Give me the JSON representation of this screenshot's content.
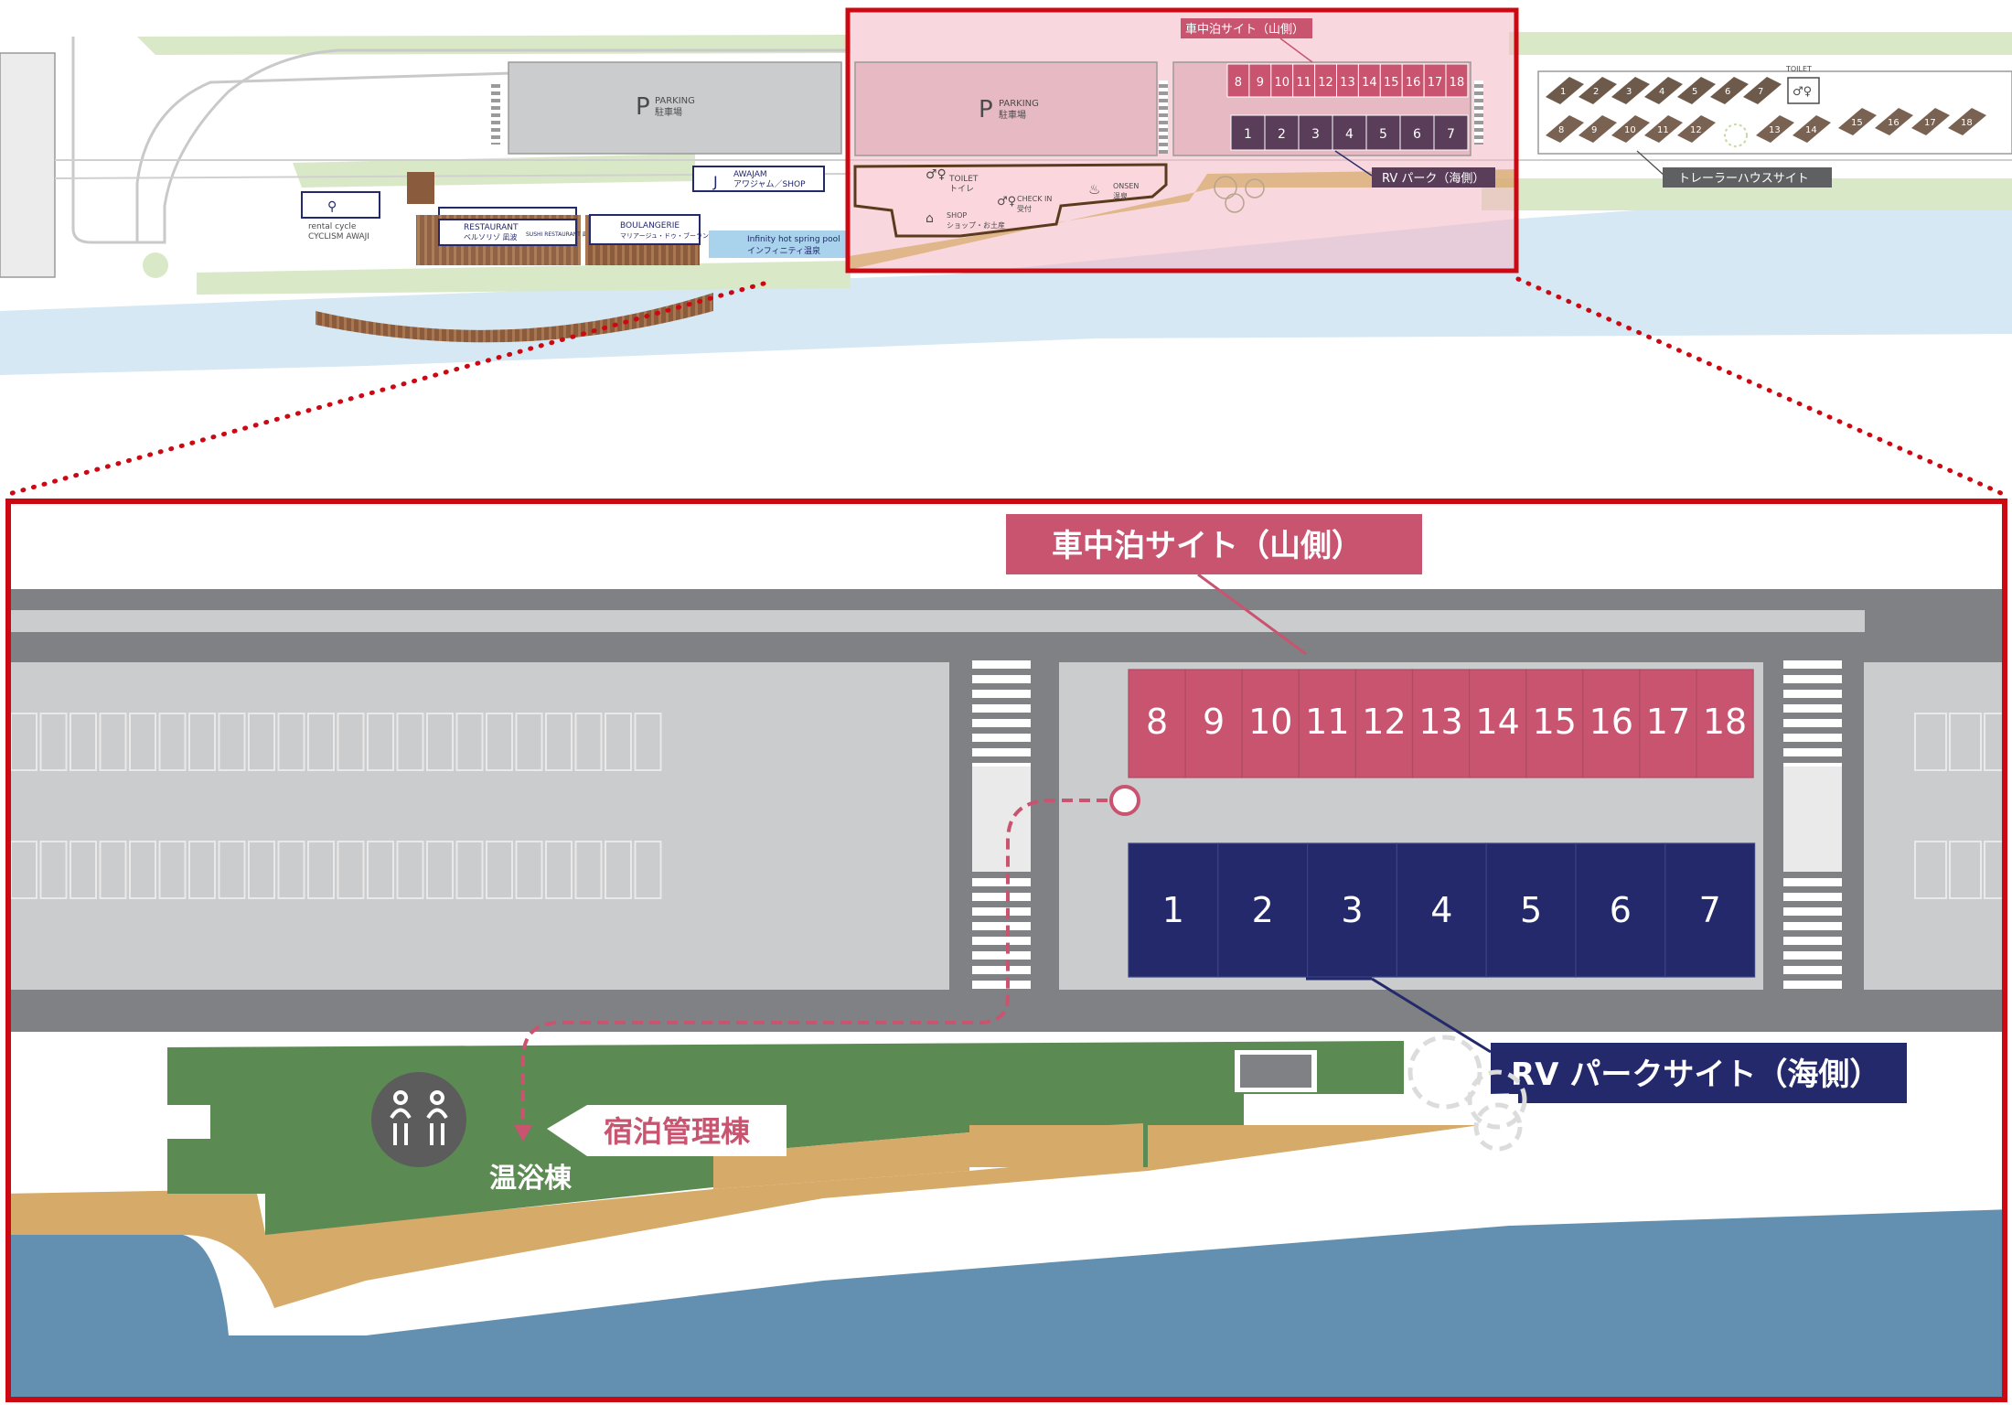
{
  "overview": {
    "parking_label_en": "PARKING",
    "parking_label_ja": "駐車場",
    "parking_icon": "P",
    "car_stay_site": "車中泊サイト（山側）",
    "car_stay_numbers": [
      "8",
      "9",
      "10",
      "11",
      "12",
      "13",
      "14",
      "15",
      "16",
      "17",
      "18"
    ],
    "rv_numbers": [
      "1",
      "2",
      "3",
      "4",
      "5",
      "6",
      "7"
    ],
    "rv_park": "RV パーク（海側）",
    "toilet_en": "TOILET",
    "toilet_ja": "トイレ",
    "checkin_en": "CHECK IN",
    "checkin_ja": "受付",
    "onsen_en": "ONSEN",
    "onsen_ja": "温泉",
    "shop_en": "SHOP",
    "shop_ja": "ショップ・お土産",
    "awajam_en": "AWAJAM",
    "awajam_ja": "アワジャム／SHOP",
    "awajam_icon": "J",
    "restaurant_en": "RESTAURANT",
    "restaurant_ja": "ベルソリゾ 凪波",
    "sushi": "SUSHI RESTAURANT 凪 寿",
    "boulangerie_en": "BOULANGERIE",
    "boulangerie_ja": "マリアージュ・ドゥ・ブーランジェリー",
    "infinity_en": "Infinity hot spring pool",
    "infinity_ja": "インフィニティ温泉",
    "cycle_1": "rental cycle",
    "cycle_2": "CYCLISM AWAJI",
    "trailer_toilet": "TOILET",
    "trailer_site": "トレーラーハウスサイト",
    "trailer_top": [
      "1",
      "2",
      "3",
      "4",
      "5",
      "6",
      "7"
    ],
    "trailer_bottom": [
      "8",
      "9",
      "10",
      "11",
      "12",
      "13",
      "14",
      "15",
      "16",
      "17",
      "18"
    ]
  },
  "detail": {
    "car_stay_site": "車中泊サイト（山側）",
    "car_stay_numbers": [
      "8",
      "9",
      "10",
      "11",
      "12",
      "13",
      "14",
      "15",
      "16",
      "17",
      "18"
    ],
    "rv_numbers": [
      "1",
      "2",
      "3",
      "4",
      "5",
      "6",
      "7"
    ],
    "rv_park_site": "RV パークサイト（海側）",
    "management_building": "宿泊管理棟",
    "bath_building": "温浴棟"
  },
  "colors": {
    "car_stay": "#c85470",
    "rv": "#23296b",
    "lodge": "#5b8a53",
    "sand": "#d6aa68",
    "water": "#6390b0",
    "road": "#808184",
    "lot": "#cbcccd",
    "highlight_frame": "#cc0812"
  }
}
